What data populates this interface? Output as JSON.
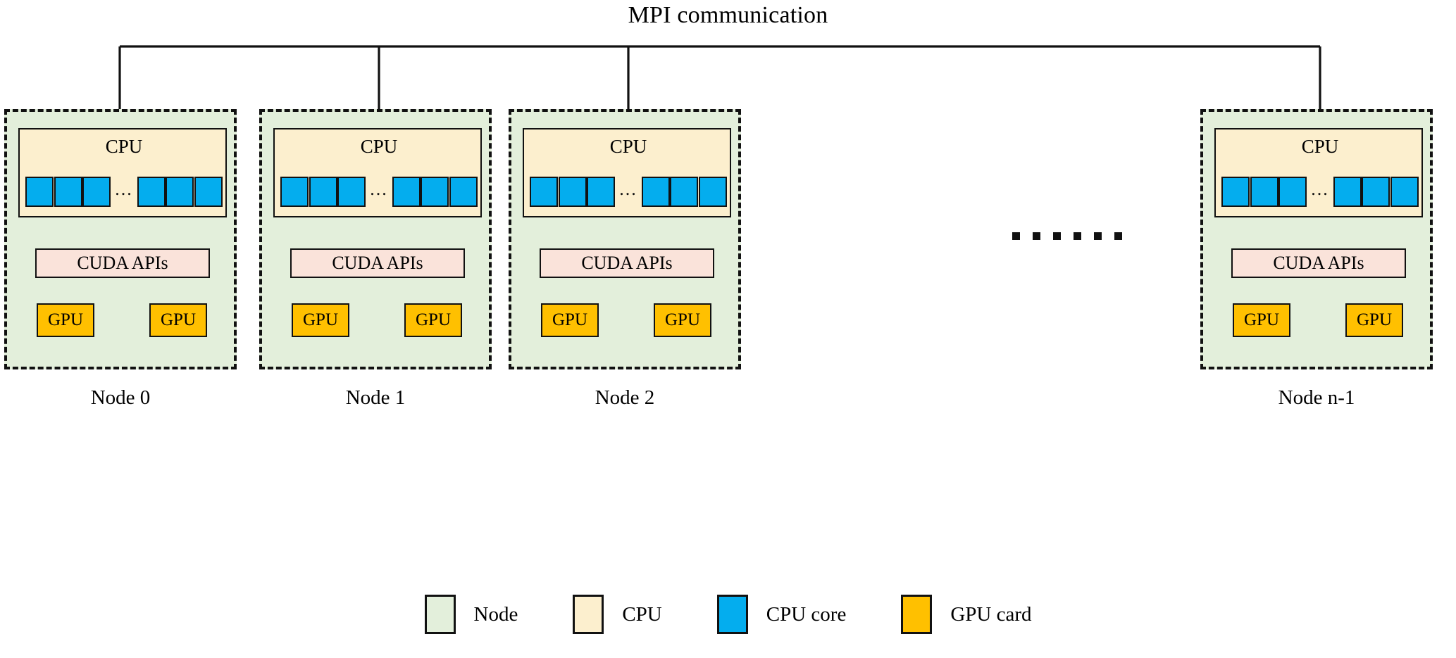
{
  "title": "MPI communication",
  "bus": {
    "name": "mpi-communication-bus"
  },
  "nodes": [
    {
      "label": "Node 0",
      "cpu": {
        "title": "CPU",
        "cores_before_ellipsis": 3,
        "cores_after_ellipsis": 3,
        "ellipsis": "..."
      },
      "cuda": "CUDA APIs",
      "gpus": [
        "GPU",
        "GPU"
      ]
    },
    {
      "label": "Node 1",
      "cpu": {
        "title": "CPU",
        "cores_before_ellipsis": 3,
        "cores_after_ellipsis": 3,
        "ellipsis": "..."
      },
      "cuda": "CUDA APIs",
      "gpus": [
        "GPU",
        "GPU"
      ]
    },
    {
      "label": "Node 2",
      "cpu": {
        "title": "CPU",
        "cores_before_ellipsis": 3,
        "cores_after_ellipsis": 3,
        "ellipsis": "..."
      },
      "cuda": "CUDA APIs",
      "gpus": [
        "GPU",
        "GPU"
      ]
    },
    {
      "label": "Node n-1",
      "cpu": {
        "title": "CPU",
        "cores_before_ellipsis": 3,
        "cores_after_ellipsis": 3,
        "ellipsis": "..."
      },
      "cuda": "CUDA APIs",
      "gpus": [
        "GPU",
        "GPU"
      ]
    }
  ],
  "node_gap_ellipsis_dots": 6,
  "legend": [
    {
      "label": "Node",
      "color": "#E3EFDB"
    },
    {
      "label": "CPU",
      "color": "#FCEFCE"
    },
    {
      "label": "CPU core",
      "color": "#04ADEE"
    },
    {
      "label": "GPU card",
      "color": "#FFC000"
    }
  ],
  "colors": {
    "node_fill": "#E3EFDB",
    "cpu_fill": "#FCEFCE",
    "core_fill": "#04ADEE",
    "gpu_fill": "#FFC000",
    "cuda_fill": "#FAE3DA",
    "stroke": "#111111",
    "background": "#FFFFFF"
  }
}
